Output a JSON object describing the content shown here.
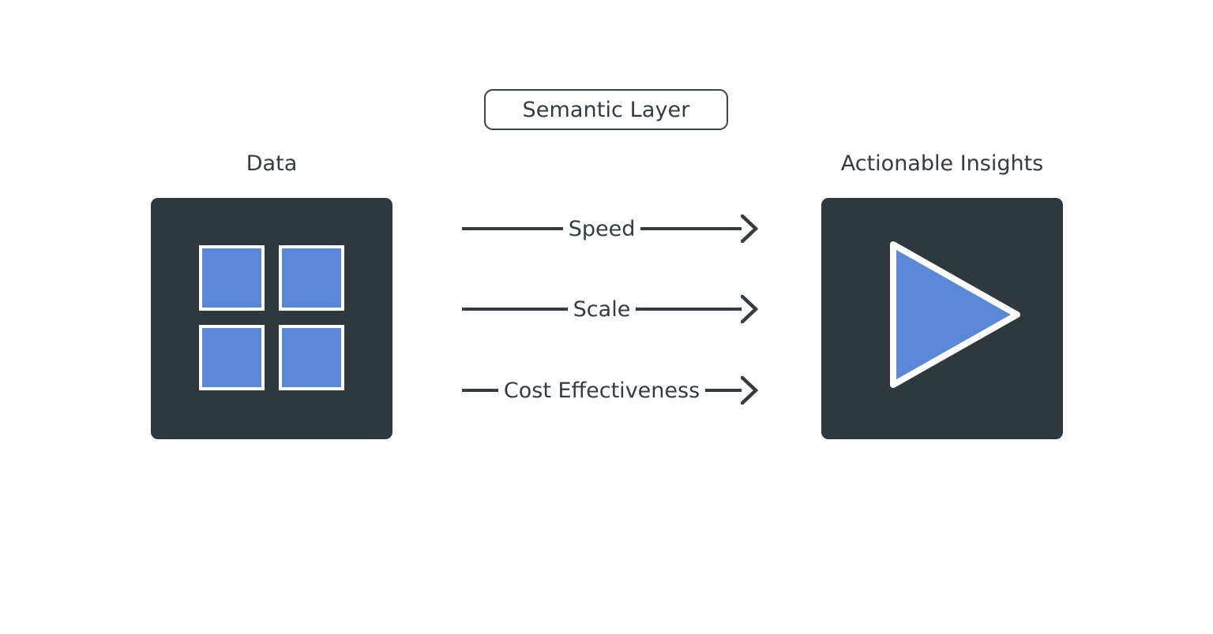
{
  "diagram": {
    "type": "flow-diagram",
    "background_color": "#ffffff",
    "accent_color": "#5b88d6",
    "dark_color": "#2f383d",
    "text_color": "#333c42",
    "banner": {
      "label": "Semantic Layer",
      "shape": "rounded-rectangle-outline"
    },
    "left_node": {
      "caption": "Data",
      "icon_name": "grid-2x2-icon",
      "icon_cells": [
        "cell-1",
        "cell-2",
        "cell-3",
        "cell-4"
      ]
    },
    "right_node": {
      "caption": "Actionable Insights",
      "icon_name": "play-triangle-icon"
    },
    "connectors": [
      {
        "label": "Speed",
        "direction": "left-to-right",
        "arrowhead": "right"
      },
      {
        "label": "Scale",
        "direction": "left-to-right",
        "arrowhead": "right"
      },
      {
        "label": "Cost Effectiveness",
        "direction": "left-to-right",
        "arrowhead": "right"
      }
    ]
  }
}
